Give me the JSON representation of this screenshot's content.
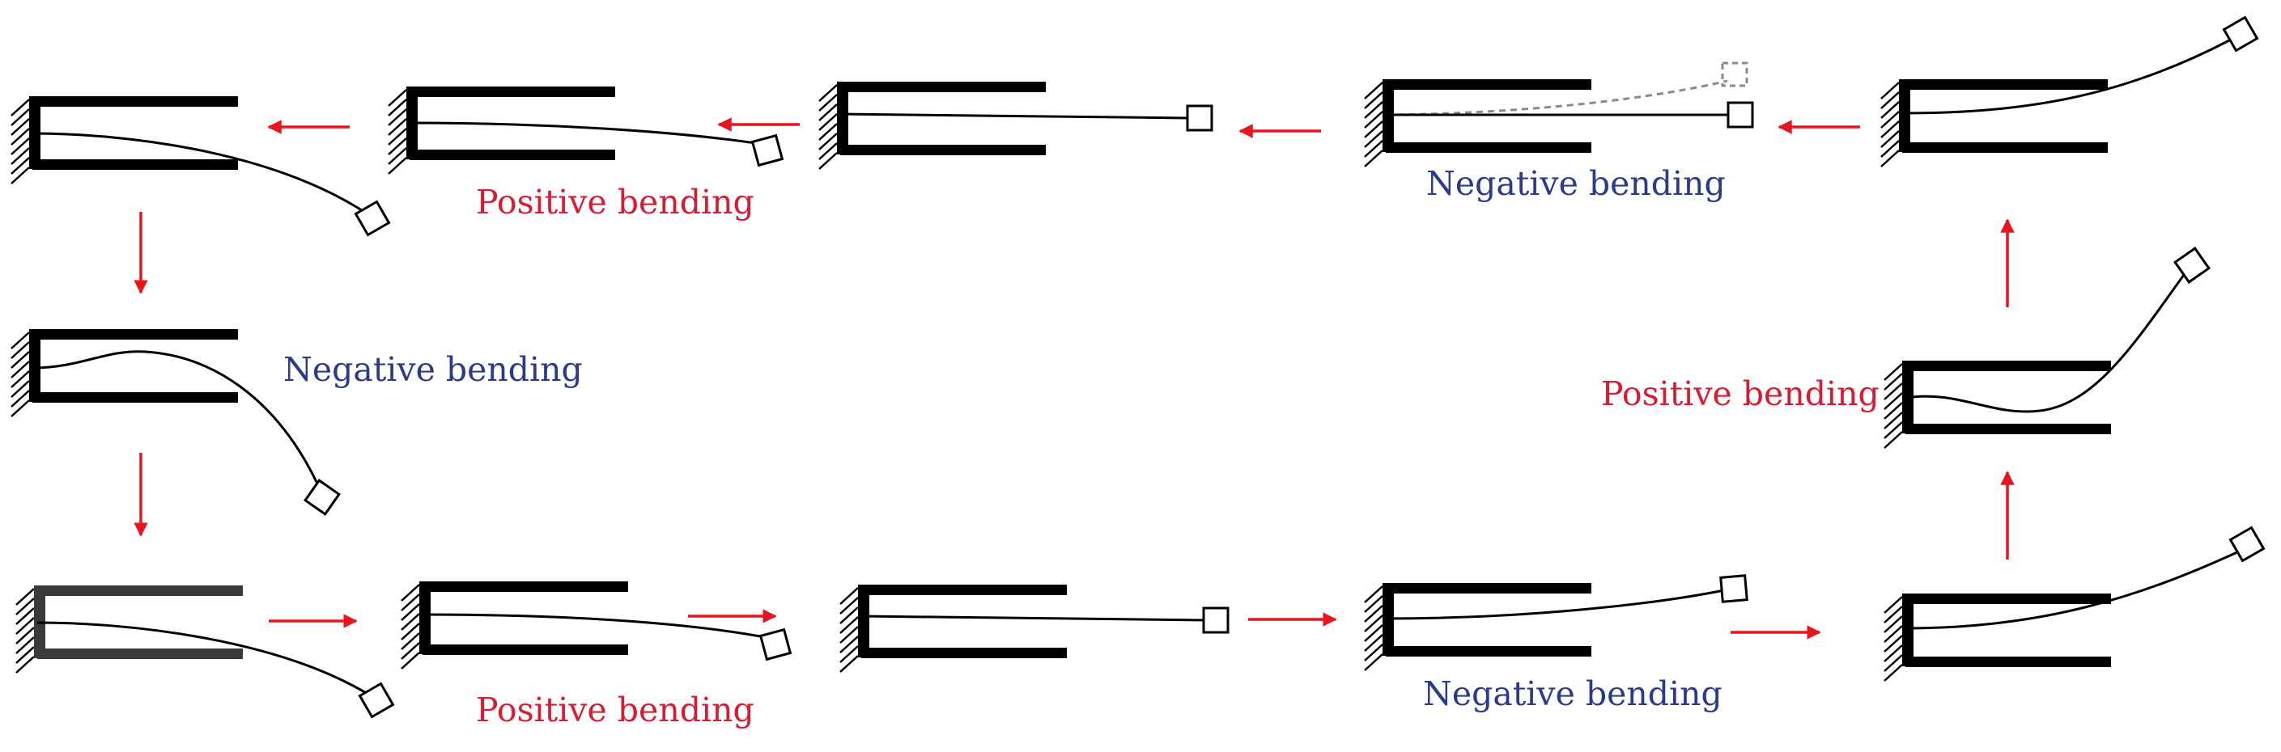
{
  "labels": {
    "positive": "Positive bending",
    "negative": "Negative bending"
  },
  "colors": {
    "positive": "#d81b33",
    "negative": "#2b3a8c",
    "arrow": "#e8141e",
    "clamp": "#000000",
    "clamp_faded": "#3a3a3a",
    "beam": "#000000",
    "ghost": "#8a8a8a"
  },
  "sequence": [
    {
      "id": "s1",
      "mass_side": "down",
      "state": "deflected-down"
    },
    {
      "id": "s2",
      "mass_side": "down",
      "state": "slightly-down",
      "label": "positive"
    },
    {
      "id": "s3",
      "mass_side": "center",
      "state": "straight"
    },
    {
      "id": "s4",
      "mass_side": "center",
      "state": "straight-with-ghost",
      "label": "negative"
    },
    {
      "id": "s5",
      "mass_side": "up",
      "state": "deflected-up"
    },
    {
      "id": "s6",
      "mass_side": "up",
      "state": "s-curve-up",
      "label": "positive"
    },
    {
      "id": "s7",
      "mass_side": "up",
      "state": "deflected-up"
    },
    {
      "id": "s8",
      "mass_side": "up",
      "state": "slightly-up",
      "label": "negative"
    },
    {
      "id": "s9",
      "mass_side": "center",
      "state": "straight"
    },
    {
      "id": "s10",
      "mass_side": "down",
      "state": "slightly-down",
      "label": "positive"
    },
    {
      "id": "s11",
      "mass_side": "down",
      "state": "deflected-down"
    },
    {
      "id": "s12",
      "mass_side": "down",
      "state": "s-curve-down",
      "label": "negative"
    }
  ]
}
